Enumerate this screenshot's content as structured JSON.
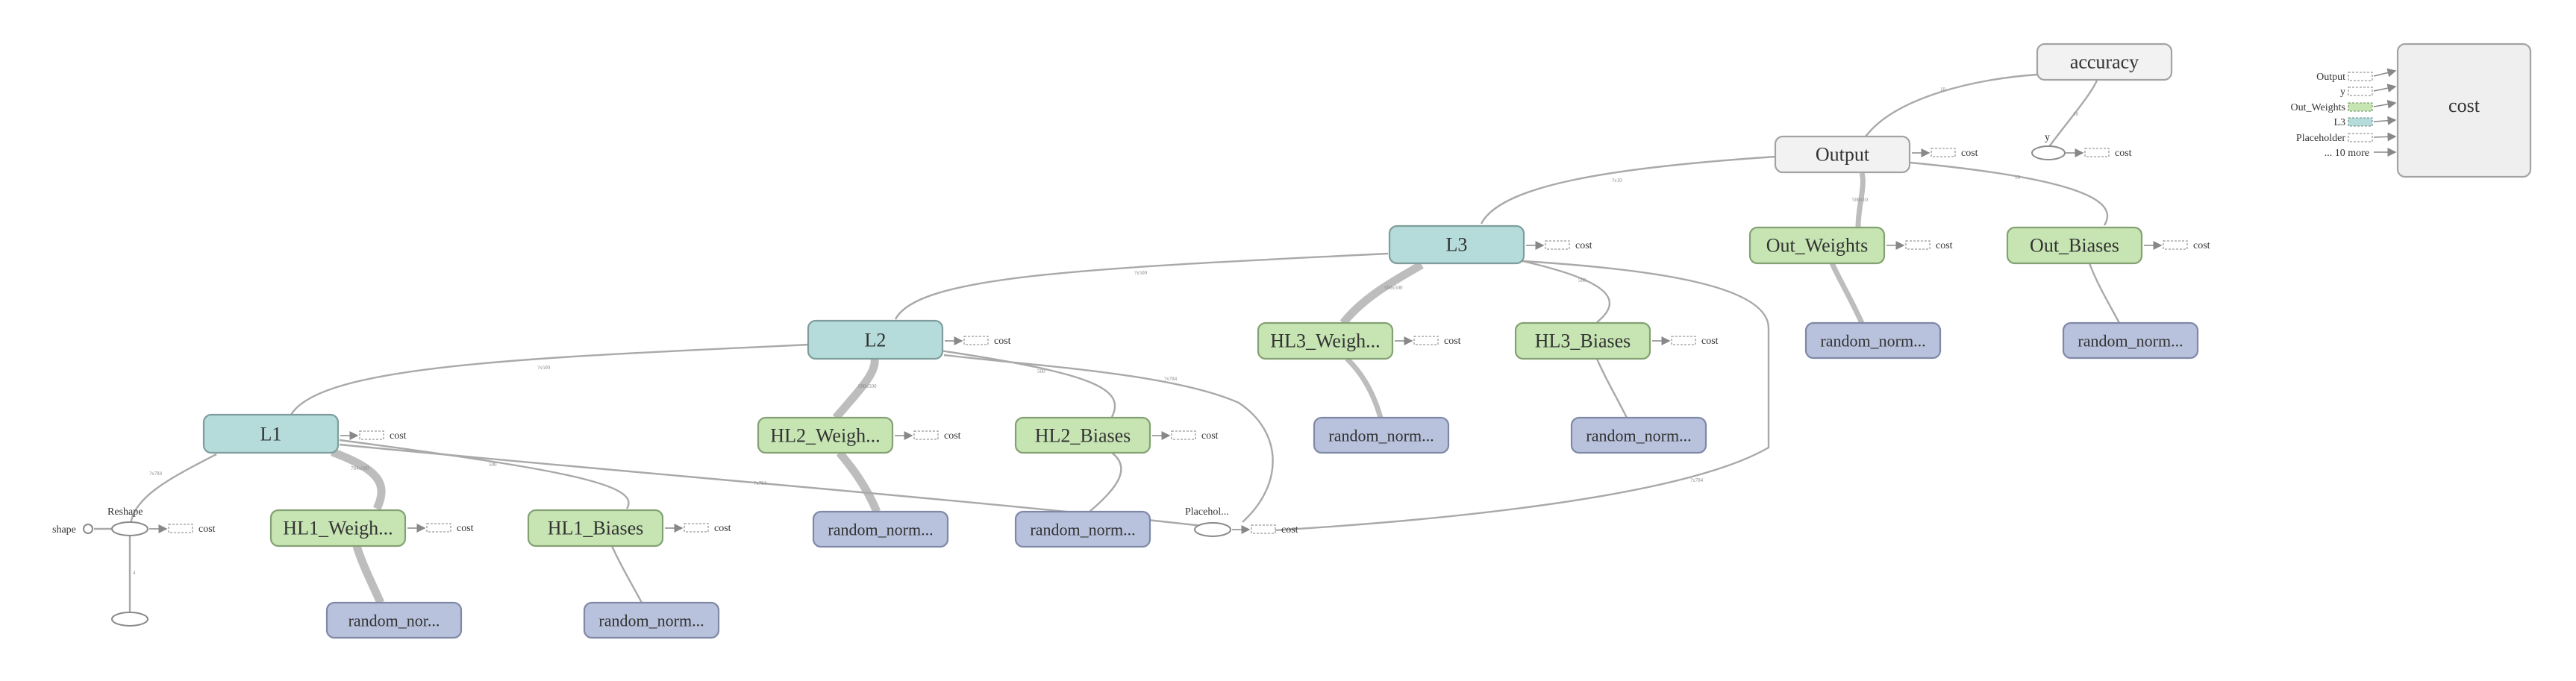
{
  "nodes": {
    "accuracy": "accuracy",
    "output": "Output",
    "out_weights": "Out_Weights",
    "out_biases": "Out_Biases",
    "l3": "L3",
    "l2": "L2",
    "l1": "L1",
    "hl3_weights": "HL3_Weigh...",
    "hl3_biases": "HL3_Biases",
    "hl2_weights": "HL2_Weigh...",
    "hl2_biases": "HL2_Biases",
    "hl1_weights": "HL1_Weigh...",
    "hl1_biases": "HL1_Biases",
    "random_norm": "random_norm...",
    "random_nor": "random_nor...",
    "reshape": "Reshape",
    "shape": "shape",
    "placeholder": "Placehol...",
    "y": "y",
    "cost": "cost"
  },
  "cost_label": "cost",
  "edge_labels": {
    "e1": "10",
    "e2": "10",
    "e3": "?x10",
    "e4": "?x500",
    "e5": "500x10",
    "e6": "10",
    "e7": "?x500",
    "e8": "500x500",
    "e9": "500",
    "e10": "?x500",
    "e11": "500x500",
    "e12": "500",
    "e13": "?x784",
    "e14": "784x500",
    "e15": "500",
    "e16": "?x784",
    "e17": "4",
    "e18": "?x784",
    "e19": "?x784",
    "e20": "?x10"
  },
  "cost_panel": {
    "title": "cost",
    "inputs": [
      "Output",
      "y",
      "Out_Weights",
      "L3",
      "Placeholder",
      "... 10 more"
    ]
  },
  "colors": {
    "teal": "#b5dcda",
    "green": "#c6e5b3",
    "blue": "#b8c2dc",
    "grey": "#f2f2f2"
  }
}
